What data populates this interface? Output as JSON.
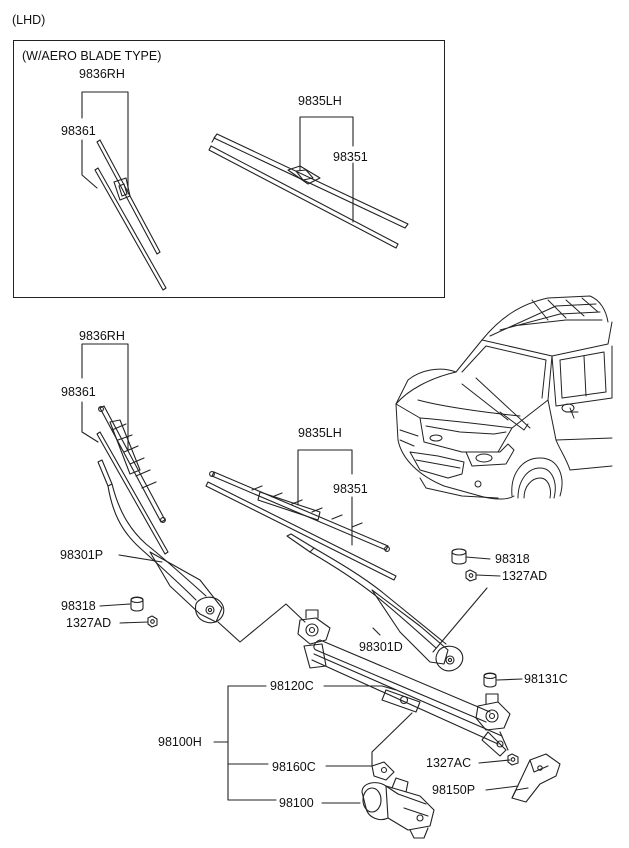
{
  "header": {
    "variant": "(LHD)"
  },
  "inset": {
    "title": "(W/AERO BLADE TYPE)",
    "labels": {
      "rh_blade": "9836RH",
      "rh_refill": "98361",
      "lh_blade": "9835LH",
      "lh_refill": "98351"
    }
  },
  "main": {
    "labels": {
      "rh_blade": "9836RH",
      "rh_refill": "98361",
      "lh_blade": "9835LH",
      "lh_refill": "98351",
      "rh_arm": "98301P",
      "rh_cap": "98318",
      "rh_nut": "1327AD",
      "lh_cap": "98318",
      "lh_nut": "1327AD",
      "lh_arm": "98301D",
      "pivot_cap": "98131C",
      "linkage": "98120C",
      "wiper_assy": "98100H",
      "crank": "98160C",
      "motor": "98100",
      "bracket_nut": "1327AC",
      "bracket": "98150P"
    }
  }
}
